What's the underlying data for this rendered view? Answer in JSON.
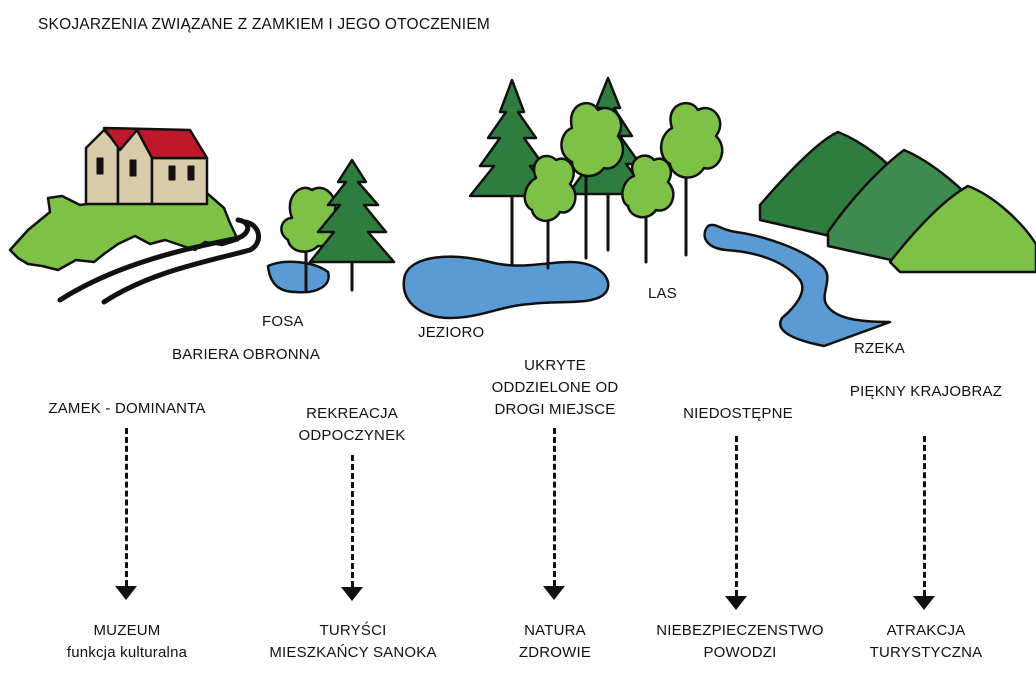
{
  "title": "SKOJARZENIA ZWIĄZANE Z ZAMKIEM I JEGO OTOCZENIEM",
  "place_labels": {
    "fosa": "FOSA",
    "bariera": "BARIERA OBRONNA",
    "jezioro": "JEZIORO",
    "las": "LAS",
    "rzeka": "RZEKA"
  },
  "associations": [
    {
      "top": [
        "ZAMEK - DOMINANTA"
      ],
      "bottom": [
        "MUZEUM",
        "funkcja kulturalna"
      ]
    },
    {
      "top": [
        "REKREACJA",
        "ODPOCZYNEK"
      ],
      "bottom": [
        "TURYŚCI",
        "MIESZKAŃCY SANOKA"
      ]
    },
    {
      "top": [
        "UKRYTE",
        "ODDZIELONE OD",
        "DROGI MIEJSCE"
      ],
      "bottom": [
        "NATURA",
        "ZDROWIE"
      ]
    },
    {
      "top": [
        "NIEDOSTĘPNE"
      ],
      "bottom": [
        "NIEBEZPIECZENSTWO",
        "POWODZI"
      ]
    },
    {
      "top": [
        "PIĘKNY KRAJOBRAZ"
      ],
      "bottom": [
        "ATRAKCJA",
        "TURYSTYCZNA"
      ]
    }
  ],
  "colors": {
    "water": "#5b9bd5",
    "grass": "#7dc147",
    "forest_dark": "#2e7d3e",
    "hill_mid": "#3f8a4f",
    "roof": "#c0182b",
    "wall": "#d8ccaa"
  }
}
